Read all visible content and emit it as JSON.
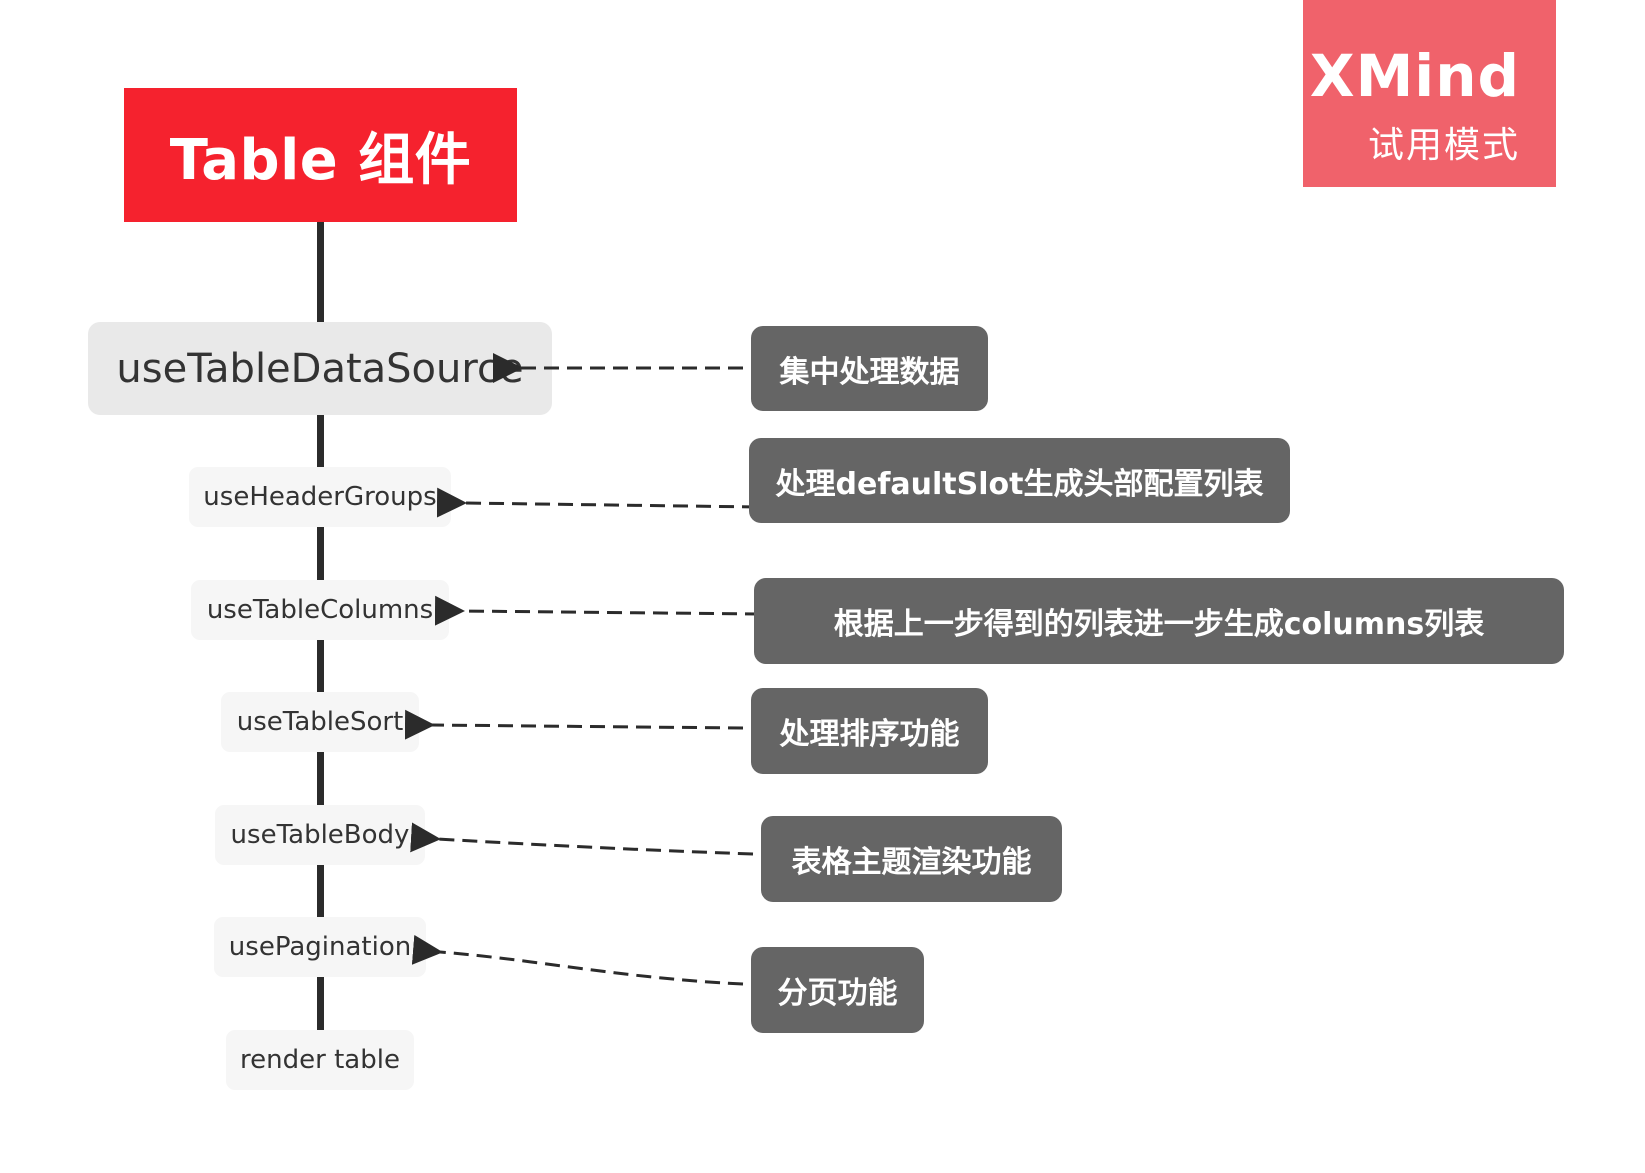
{
  "root": {
    "label": "Table 组件"
  },
  "watermark": {
    "title": "XMind",
    "subtitle": "试用模式"
  },
  "nodes": [
    {
      "label": "useTableDataSource",
      "note": "集中处理数据"
    },
    {
      "label": "useHeaderGroups",
      "note": "处理defaultSlot生成头部配置列表"
    },
    {
      "label": "useTableColumns",
      "note": "根据上一步得到的列表进一步生成columns列表"
    },
    {
      "label": "useTableSort",
      "note": "处理排序功能"
    },
    {
      "label": "useTableBody",
      "note": "表格主题渲染功能"
    },
    {
      "label": "usePagination",
      "note": "分页功能"
    },
    {
      "label": "render table"
    }
  ]
}
